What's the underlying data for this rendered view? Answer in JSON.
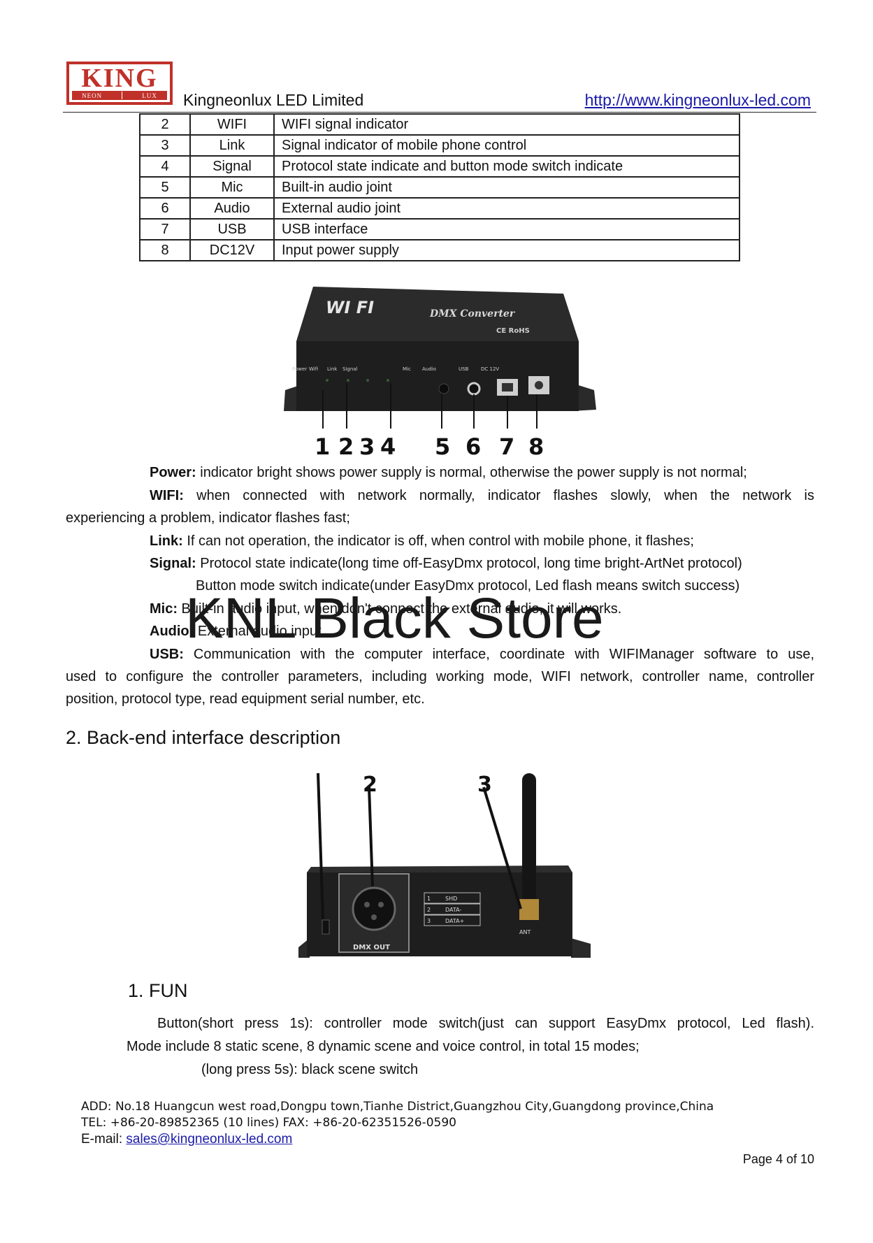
{
  "header": {
    "logo_text": "KING",
    "logo_sub_left": "NEON",
    "logo_sub_right": "LUX",
    "company": "Kingneonlux LED Limited",
    "url": "http://www.kingneonlux-led.com"
  },
  "table": {
    "rows": [
      {
        "num": "2",
        "name": "WIFI",
        "desc": "WIFI signal indicator"
      },
      {
        "num": "3",
        "name": "Link",
        "desc": "Signal indicator of mobile phone control"
      },
      {
        "num": "4",
        "name": "Signal",
        "desc": "Protocol state indicate and button mode switch indicate"
      },
      {
        "num": "5",
        "name": "Mic",
        "desc": "Built-in audio joint"
      },
      {
        "num": "6",
        "name": "Audio",
        "desc": "External audio joint"
      },
      {
        "num": "7",
        "name": "USB",
        "desc": "USB interface"
      },
      {
        "num": "8",
        "name": "DC12V",
        "desc": "Input power supply"
      }
    ]
  },
  "front_image": {
    "brand": "WI FI",
    "title": "DMX Converter",
    "marks": "CE RoHS",
    "port_labels": [
      "Power",
      "Wifi",
      "Link",
      "Signal",
      "Mic",
      "Audio",
      "USB",
      "DC 12V"
    ],
    "callouts": [
      "1",
      "2",
      "3",
      "4",
      "5",
      "6",
      "7",
      "8"
    ]
  },
  "descriptions": {
    "power_label": "Power:",
    "power_text": " indicator bright shows power supply is normal, otherwise the power supply is not normal;",
    "wifi_label": "WIFI:",
    "wifi_text": " when connected with network normally, indicator flashes slowly, when the network is",
    "wifi_cont": "experiencing a problem, indicator flashes fast;",
    "link_label": "Link:",
    "link_text": " If can not operation, the indicator is off, when control with mobile phone, it flashes;",
    "signal_label": "Signal:",
    "signal_text": " Protocol state indicate(long time off-EasyDmx protocol, long time bright-ArtNet protocol)",
    "signal_cont": "Button mode switch indicate(under EasyDmx protocol, Led flash means switch success)",
    "mic_label": "Mic:",
    "mic_text": " Built-in audio input, when don't connect the external audio, it will works.",
    "audio_label": "Audio:",
    "audio_text": " External audio input",
    "usb_label": "USB:",
    "usb_text": " Communication with the computer interface, coordinate with WIFIManager software to use,",
    "usb_cont1": "used to configure the controller parameters, including working mode, WIFI network, controller name, controller",
    "usb_cont2": "position, protocol type, read equipment serial number, etc."
  },
  "watermark": "KNL Black Store",
  "section_heading": "2. Back-end interface description",
  "back_image": {
    "callouts": [
      "2",
      "3"
    ],
    "dmx_label": "DMX OUT",
    "pin_labels": [
      "SHD",
      "DATA-",
      "DATA+"
    ],
    "pin_numbers": [
      "1",
      "2",
      "3"
    ],
    "ant_label": "ANT"
  },
  "subsection_heading": "1. FUN",
  "fun": {
    "line1": "Button(short press 1s): controller mode switch(just can support EasyDmx protocol, Led flash).",
    "line2": "Mode include 8 static scene, 8 dynamic scene and voice control, in total 15 modes;",
    "line3": "(long press 5s): black scene switch"
  },
  "footer": {
    "address": "ADD: No.18 Huangcun west road,Dongpu town,Tianhe District,Guangzhou City,Guangdong province,China",
    "tel": "TEL: +86-20-89852365 (10 lines) FAX: +86-20-62351526-0590",
    "email_label": "E-mail: ",
    "email": "sales@kingneonlux-led.com",
    "page": "Page 4 of 10"
  },
  "colors": {
    "logo_red": "#c0312a",
    "link_blue": "#1a1aa8",
    "device_body": "#1e1e1e"
  }
}
